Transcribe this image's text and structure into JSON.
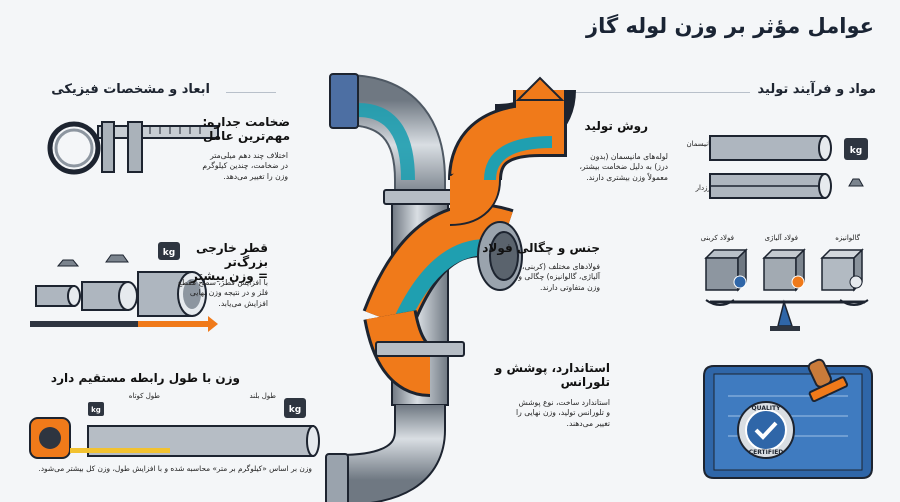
{
  "title": "عوامل مؤثر بر وزن لوله گاز",
  "left_section": {
    "title": "ابعاد و مشخصات فیزیکی",
    "wall": {
      "heading_line1": "ضخامت جداره:",
      "heading_line2": "مهم‌ترین عامل",
      "text_line1": "اختلاف چند دهم میلی‌متر",
      "text_line2": "در ضخامت، چندین کیلوگرم",
      "text_line3": "وزن را تغییر می‌دهد."
    },
    "diameter": {
      "heading_line1": "قطر خارجی بزرگ‌تر",
      "heading_line2": "= وزن بیشتر",
      "text_line1": "با افزایش قطر، سطح مقطع",
      "text_line2": "فلز و در نتیجه وزن نهایی",
      "text_line3": "افزایش می‌یابد.",
      "kg": "kg"
    },
    "length": {
      "heading": "وزن با طول رابطه مستقیم دارد",
      "short_label": "طول کوتاه",
      "long_label": "طول بلند",
      "kg_small": "kg",
      "kg_large": "kg",
      "text": "وزن بر اساس «کیلوگرم بر متر» محاسبه شده و با افزایش طول، وزن کل بیشتر می‌شود."
    }
  },
  "right_section": {
    "title": "مواد و فرآیند تولید",
    "production": {
      "heading": "روش تولید",
      "text_line1": "لوله‌های مانیسمان (بدون",
      "text_line2": "درز) به دلیل ضخامت بیشتر،",
      "text_line3": "معمولاً وزن بیشتری دارند.",
      "label_seamless": "مانیسمان",
      "label_welded": "درزدار",
      "kg": "kg"
    },
    "material": {
      "heading": "جنس و چگالی فولاد",
      "text_line1": "فولادهای مختلف (کربنی،",
      "text_line2": "آلیاژی، گالوانیزه) چگالی و",
      "text_line3": "وزن متفاوتی دارند.",
      "label_carbon": "فولاد کربنی",
      "label_alloy": "فولاد آلیاژی",
      "label_galv": "گالوانیزه"
    },
    "standard": {
      "heading_line1": "استاندارد، پوشش و",
      "heading_line2": "تلورانس",
      "text_line1": "استاندارد ساخت، نوع پوشش",
      "text_line2": "و تلورانس تولید، وزن نهایی را",
      "text_line3": "تغییر می‌دهند.",
      "stamp_line1": "QUALITY",
      "stamp_line2": "CERTIFIED"
    }
  },
  "colors": {
    "pipe_gray": "#9aa3ad",
    "teal": "#1f9fb0",
    "orange": "#f07a1a",
    "blue": "#2f66a8",
    "dark": "#1d2430"
  }
}
